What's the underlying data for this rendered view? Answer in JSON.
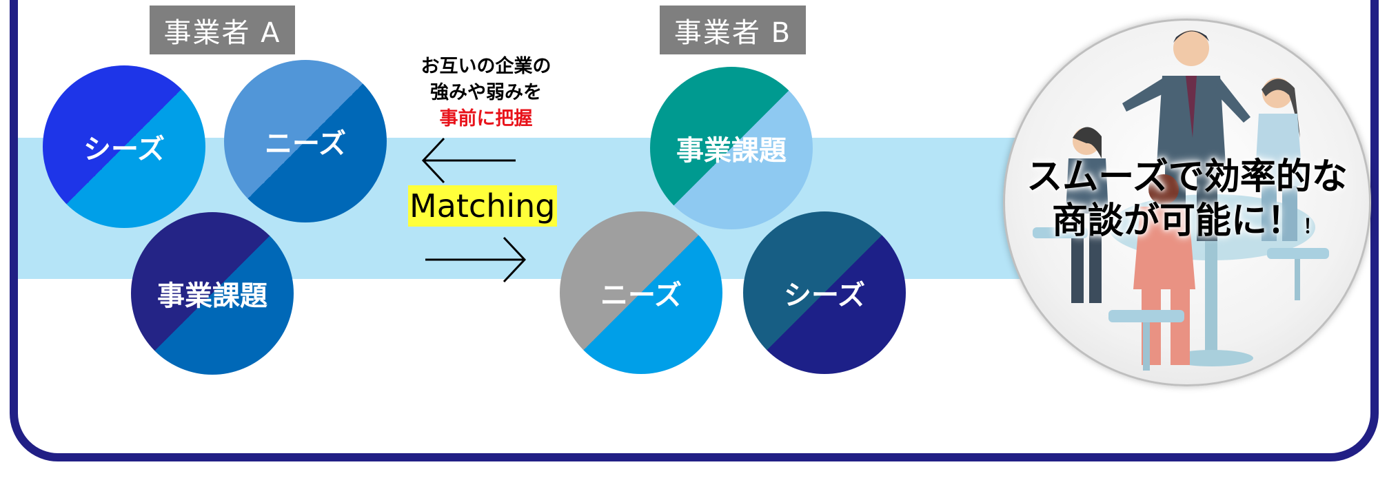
{
  "business_a": {
    "label": "事業者 A",
    "circles": [
      {
        "text": "シーズ",
        "color_main": "#009fe8",
        "color_alt": "#1e35e8"
      },
      {
        "text": "ニーズ",
        "color_main": "#0068b7",
        "color_alt": "#5196d8"
      },
      {
        "text": "事業課題",
        "color_main": "#0068b7",
        "color_alt": "#242486"
      }
    ]
  },
  "business_b": {
    "label": "事業者 B",
    "circles": [
      {
        "text": "事業課題",
        "color_main": "#8ec9f1",
        "color_alt": "#009a90"
      },
      {
        "text": "ニーズ",
        "color_main": "#009fe8",
        "color_alt": "#9f9f9f"
      },
      {
        "text": "シーズ",
        "color_main": "#1d2088",
        "color_alt": "#175e84"
      }
    ]
  },
  "note": {
    "line1": "お互いの企業の",
    "line2": "強みや弱みを",
    "line3_highlight": "事前に把握"
  },
  "matching_label": "Matching",
  "result": {
    "line1": "スムーズで効率的な",
    "line2": "商談が可能に！",
    "trailing": "！"
  },
  "colors": {
    "frame": "#211f85",
    "band": "#b5e4f7",
    "highlight_text": "#e8131b",
    "matching_bg": "#ffff3a",
    "label_bg": "#7f7f7f"
  },
  "icons": [
    "arrow-left-icon",
    "arrow-right-icon",
    "business-meeting-illustration"
  ]
}
